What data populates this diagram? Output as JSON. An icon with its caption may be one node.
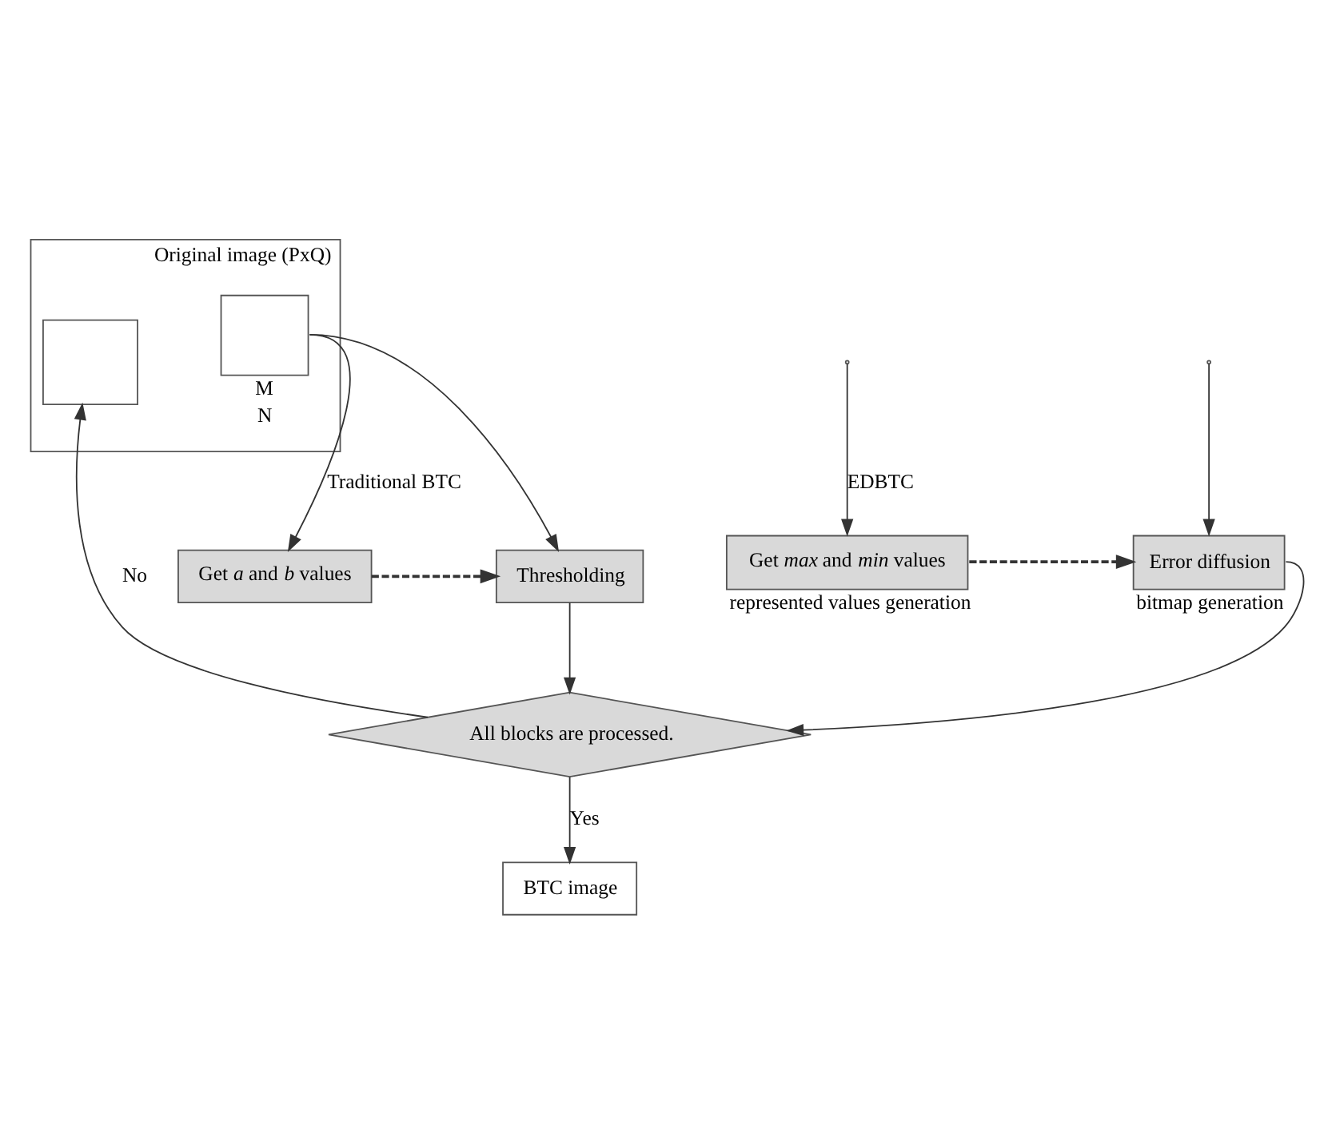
{
  "diagram": {
    "nodes": [
      {
        "text": [
          "Original image (PxQ)"
        ]
      },
      {
        "text": [],
        "shape": "box",
        "in": 0,
        "beside": [
          "M",
          "N"
        ]
      },
      {
        "text": [],
        "shape": "box",
        "in": 0
      },
      {
        "text": [
          "Get *a* and *b* values"
        ]
      },
      {
        "text": [
          "Thresholding"
        ]
      },
      {
        "text": [
          "Get *max* and *min* values"
        ],
        "beside": [
          "represented values generation"
        ]
      },
      {
        "text": [
          "Error diffusion"
        ],
        "beside": [
          "bitmap generation"
        ]
      },
      {
        "text": [
          "All blocks are processed."
        ]
      },
      {
        "text": [
          "BTC image"
        ]
      }
    ],
    "edges": [
      {
        "from": 1,
        "to": 3,
        "arrow": "to",
        "label": "Traditional BTC"
      },
      {
        "from": 1,
        "to": 4,
        "arrow": "to"
      },
      {
        "from": 3,
        "to": 4,
        "arrow": "to",
        "style": "dashed"
      },
      {
        "from": null,
        "to": 5,
        "arrow": "to",
        "label": "EDBTC"
      },
      {
        "from": null,
        "to": 6,
        "arrow": "to"
      },
      {
        "from": 5,
        "to": 6,
        "arrow": "to",
        "style": "dashed"
      },
      {
        "from": 4,
        "to": 7,
        "arrow": "to"
      },
      {
        "from": 6,
        "to": 7,
        "arrow": "to"
      },
      {
        "from": 7,
        "to": 2,
        "arrow": "to",
        "label": "No"
      },
      {
        "from": 7,
        "to": 8,
        "arrow": "to",
        "label": "Yes"
      }
    ]
  }
}
